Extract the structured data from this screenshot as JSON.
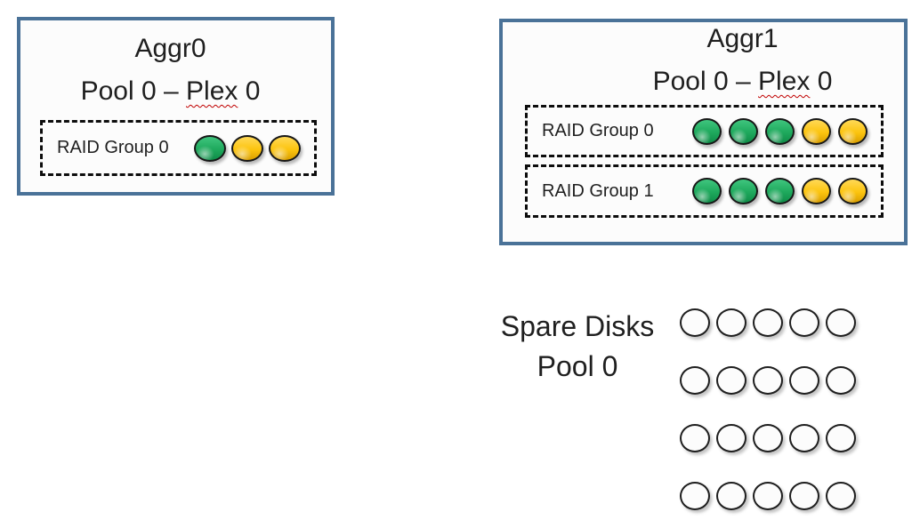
{
  "colors": {
    "box_border": "#4a7298",
    "box_fill": "#fcfcfc",
    "dashed_border": "#0d0d0d",
    "disk_green": "#1ea85c",
    "disk_yellow": "#fcc40e",
    "spare_fill": "#fcfcfc",
    "text": "#1f1f1f",
    "spellcheck_underline": "#c00000"
  },
  "aggr0": {
    "title": "Aggr0",
    "subtitle": {
      "prefix": "Pool 0 – ",
      "flagged_word": "Plex",
      "suffix": " 0"
    },
    "raid_groups": [
      {
        "label": "RAID Group 0",
        "disks": [
          "green",
          "yellow",
          "yellow"
        ]
      }
    ]
  },
  "aggr1": {
    "title": "Aggr1",
    "subtitle": {
      "prefix": "Pool 0 – ",
      "flagged_word": "Plex",
      "suffix": " 0"
    },
    "raid_groups": [
      {
        "label": "RAID Group 0",
        "disks": [
          "green",
          "green",
          "green",
          "yellow",
          "yellow"
        ]
      },
      {
        "label": "RAID Group 1",
        "disks": [
          "green",
          "green",
          "green",
          "yellow",
          "yellow"
        ]
      }
    ]
  },
  "spare_disks": {
    "label_line1": "Spare Disks",
    "label_line2": "Pool 0",
    "rows": 4,
    "cols": 5,
    "disk_state": "empty"
  }
}
